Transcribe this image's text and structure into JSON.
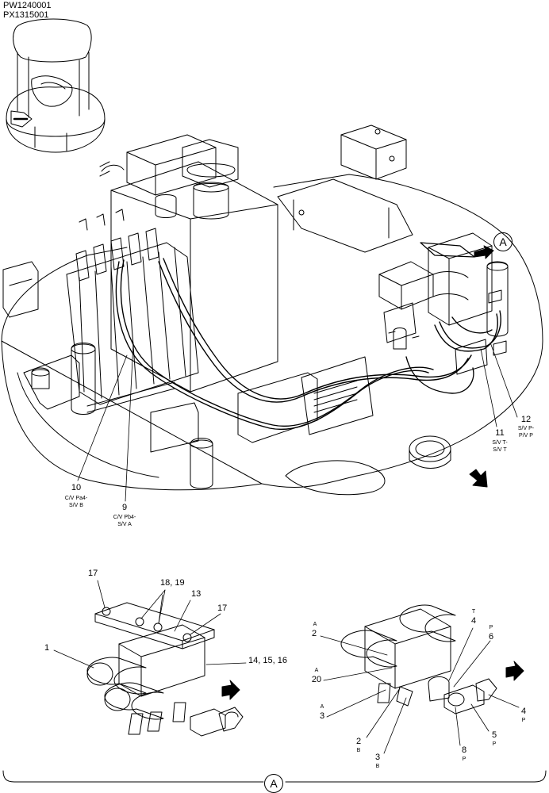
{
  "header": {
    "codes": [
      "PW1240001",
      "PX1315001"
    ]
  },
  "detail_marker": "A",
  "main_view": {
    "callouts": [
      {
        "id": "c10",
        "number": "10",
        "lines": [
          "C/V Pa4-",
          "S/V B"
        ]
      },
      {
        "id": "c9",
        "number": "9",
        "lines": [
          "C/V Pb4-",
          "S/V A"
        ]
      },
      {
        "id": "c11",
        "number": "11",
        "lines": [
          "S/V T-",
          "S/V T"
        ]
      },
      {
        "id": "c12",
        "number": "12",
        "lines": [
          "S/V P-",
          "P/V P"
        ]
      }
    ]
  },
  "detail_left": {
    "callouts": [
      "17",
      "18, 19",
      "13",
      "17",
      "1",
      "14, 15, 16"
    ]
  },
  "detail_right": {
    "callouts": [
      {
        "number": "2",
        "port": "A"
      },
      {
        "number": "20",
        "port": "A"
      },
      {
        "number": "3",
        "port": "A"
      },
      {
        "number": "4",
        "port": "T"
      },
      {
        "number": "6",
        "port": "P"
      },
      {
        "number": "2",
        "port": "B"
      },
      {
        "number": "3",
        "port": "B"
      },
      {
        "number": "8",
        "port": "P"
      },
      {
        "number": "5",
        "port": "P"
      },
      {
        "number": "4",
        "port": "P"
      }
    ]
  },
  "footer": {
    "marker": "A"
  }
}
